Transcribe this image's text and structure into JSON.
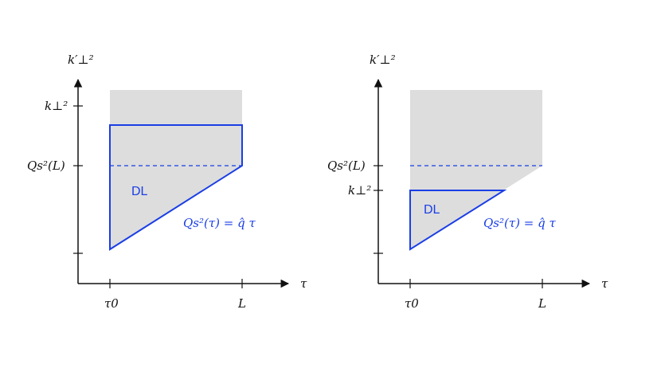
{
  "colors": {
    "shade": "#dddddd",
    "accent": "#1a3ee6",
    "axis": "#111111"
  },
  "panels": [
    {
      "y_axis_label": "k′⊥²",
      "x_axis_label": "τ",
      "ticks": {
        "x0": "τ0",
        "xL": "L",
        "y_kperp": "k⊥²",
        "y_qs": "Qs²(L)"
      },
      "region_label": "DL",
      "curve_label": "Qs²(τ) = q̂ τ"
    },
    {
      "y_axis_label": "k′⊥²",
      "x_axis_label": "τ",
      "ticks": {
        "x0": "τ0",
        "xL": "L",
        "y_kperp": "k⊥²",
        "y_qs": "Qs²(L)"
      },
      "region_label": "DL",
      "curve_label": "Qs²(τ) = q̂ τ"
    }
  ]
}
